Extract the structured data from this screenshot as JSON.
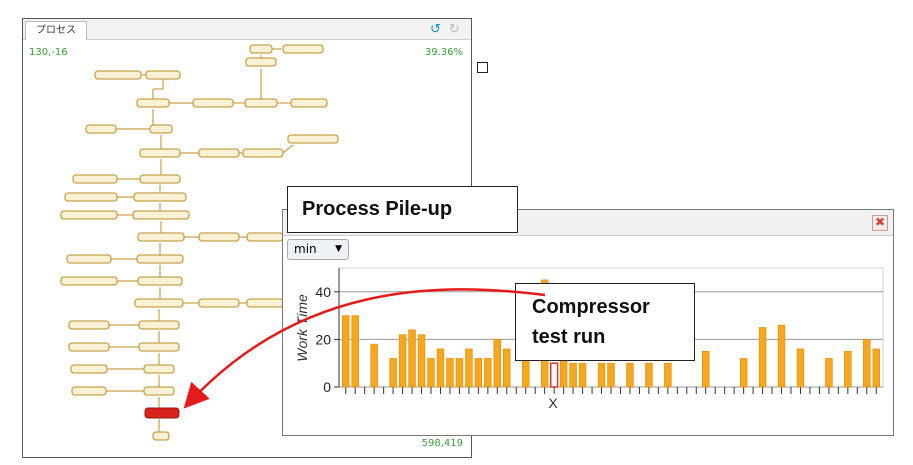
{
  "process_window": {
    "tab_label": "プロセス",
    "coordinates": "130,-16",
    "zoom": "39.36%",
    "counter": "598,419"
  },
  "pile_window": {
    "title": "Process Pile-up",
    "unit_select": "min"
  },
  "callout": {
    "line1": "Compressor",
    "line2": "test run"
  },
  "colors": {
    "node_fill": "#fbf2d6",
    "node_border": "#c7a14a",
    "highlight_node": "#d8231a",
    "bar": "#f5a81e",
    "highlight_bar": "#e0362a",
    "arrow": "#e31b1b",
    "status_text": "#3a9a3a"
  },
  "icons": [
    "undo-icon",
    "redo-icon",
    "close-icon",
    "dropdown-arrow-icon"
  ],
  "chart_data": {
    "type": "bar",
    "xlabel": "X",
    "ylabel": "Work Time",
    "yticks": [
      0,
      20,
      40
    ],
    "ylim": [
      0,
      50
    ],
    "grid": true,
    "highlight_index": 22,
    "values": [
      30,
      30,
      0,
      18,
      0,
      12,
      22,
      24,
      22,
      12,
      16,
      12,
      12,
      16,
      12,
      12,
      20,
      16,
      0,
      12,
      0,
      45,
      10,
      12,
      10,
      10,
      0,
      10,
      10,
      0,
      10,
      0,
      10,
      0,
      10,
      0,
      0,
      0,
      15,
      0,
      0,
      0,
      12,
      0,
      25,
      0,
      26,
      0,
      16,
      0,
      0,
      12,
      0,
      15,
      0,
      20,
      16
    ]
  }
}
